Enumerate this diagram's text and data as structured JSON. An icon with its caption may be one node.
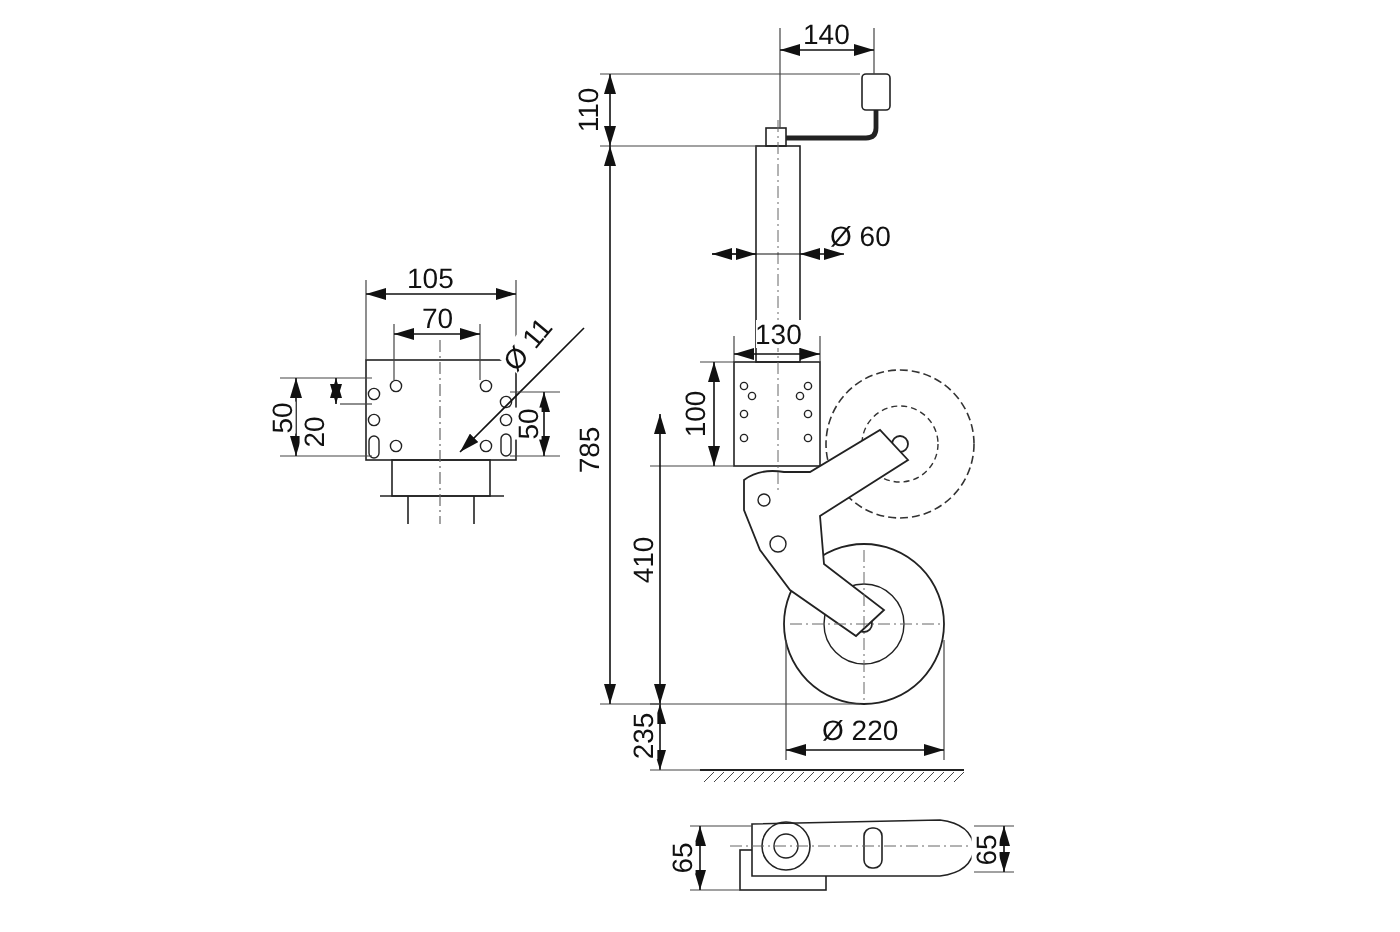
{
  "diagram": {
    "labels": [
      "140",
      "110",
      "Ø 60",
      "105",
      "70",
      "Ø 11",
      "130",
      "50",
      "20",
      "100",
      "50",
      "785",
      "410",
      "235",
      "Ø 220",
      "65",
      "65"
    ]
  }
}
